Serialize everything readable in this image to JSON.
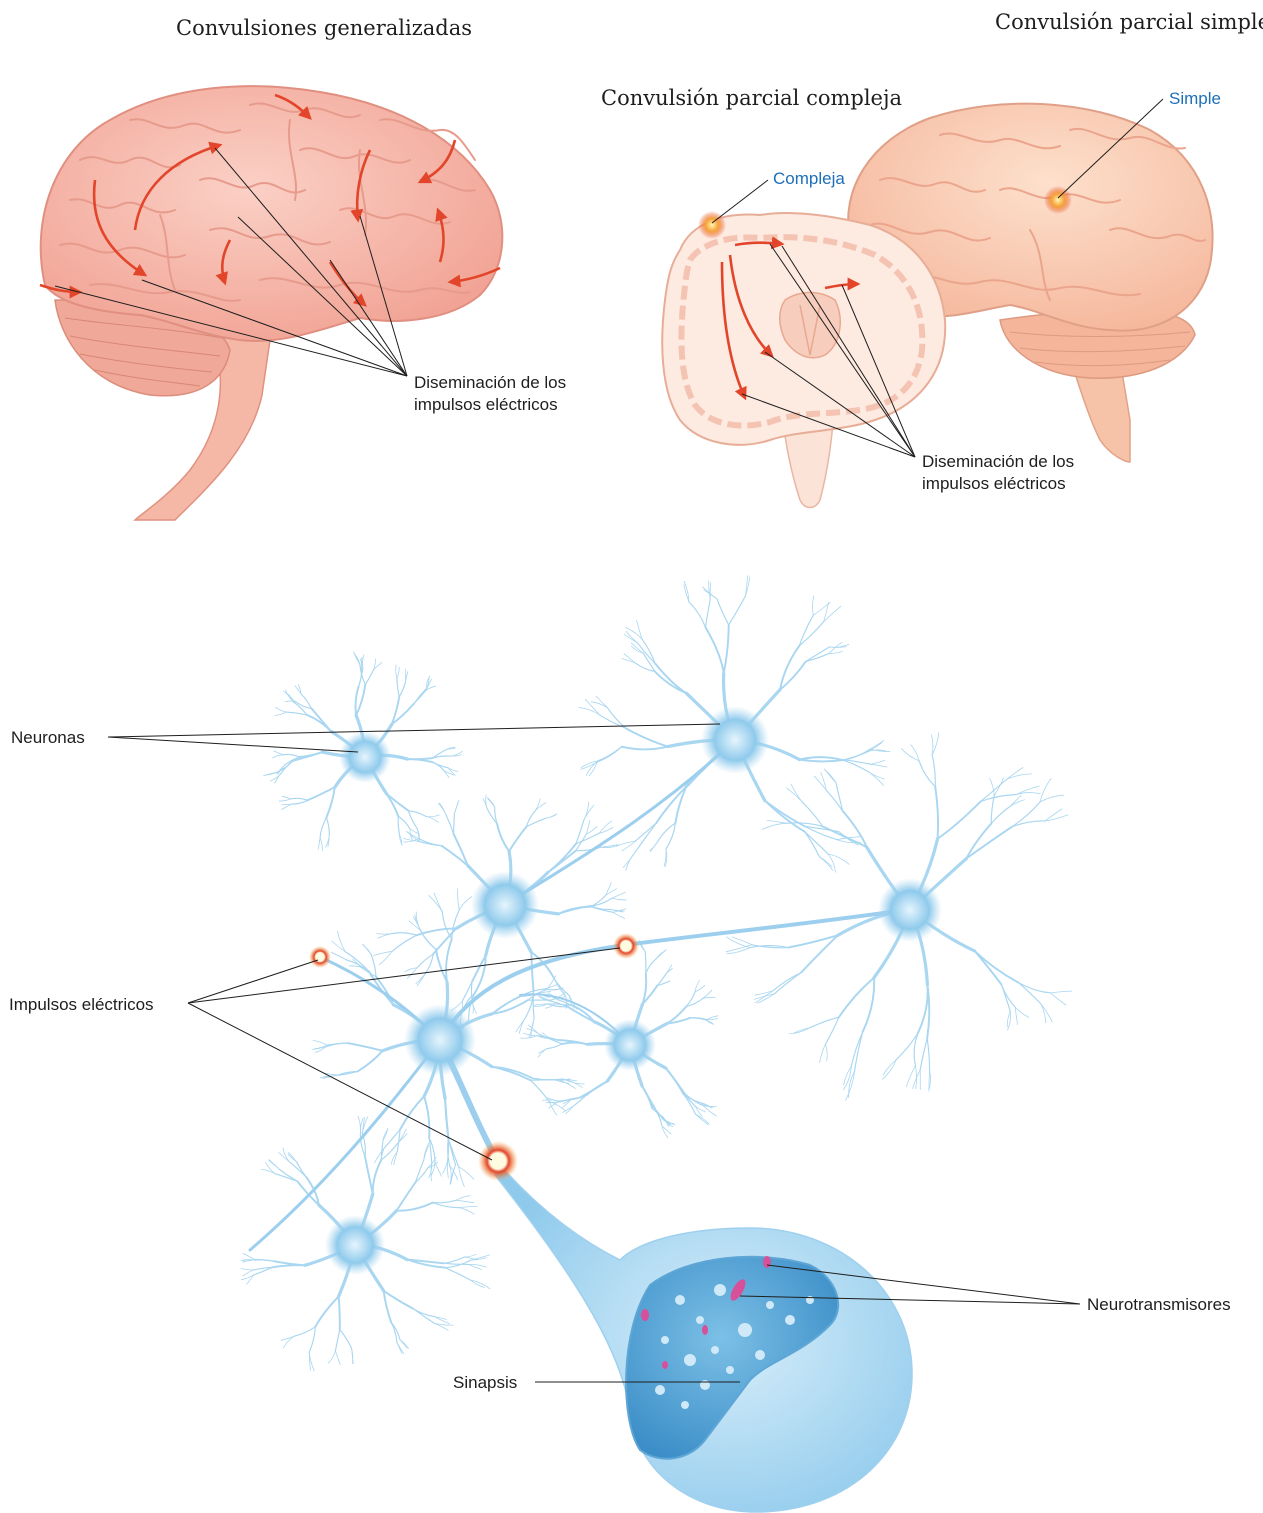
{
  "titles": {
    "generalized": "Convulsiones generalizadas",
    "simple_partial": "Convulsión parcial simple",
    "complex_partial": "Convulsión parcial compleja"
  },
  "labels": {
    "spread_left_line1": "Diseminación de los",
    "spread_left_line2": "impulsos eléctricos",
    "spread_right_line1": "Diseminación de los",
    "spread_right_line2": "impulsos eléctricos",
    "simple": "Simple",
    "complex": "Compleja",
    "neurons": "Neuronas",
    "electric_impulses": "Impulsos eléctricos",
    "neurotransmitters": "Neurotransmisores",
    "synapse": "Sinapsis"
  },
  "colors": {
    "brain": "#f6b3a6",
    "brain_edge": "#e48f80",
    "arrow": "#e2452a",
    "neuron": "#a9d6f0",
    "neuron_core": "#7ec0e6",
    "focus": "#f27a2a",
    "label_blue": "#1d6fb8"
  }
}
